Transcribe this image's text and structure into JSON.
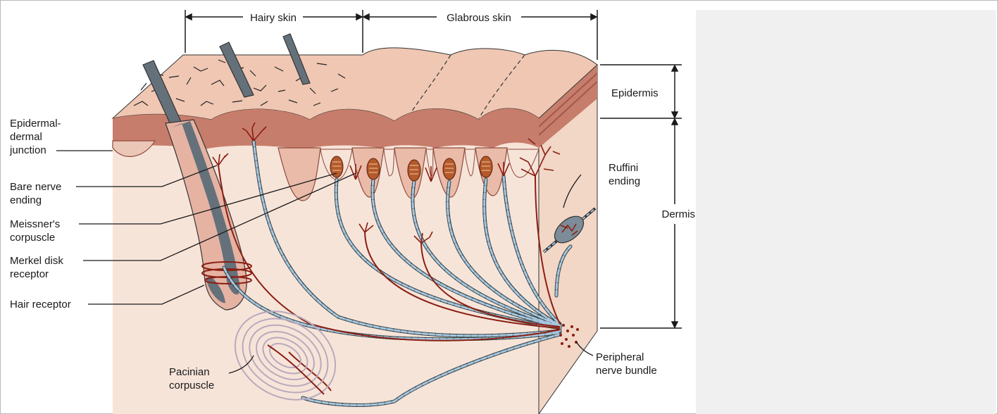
{
  "diagram": {
    "top_labels": {
      "hairy_skin": "Hairy skin",
      "glabrous_skin": "Glabrous skin"
    },
    "left_labels": {
      "epidermal_dermal_junction": [
        "Epidermal-",
        "dermal",
        "junction"
      ],
      "bare_nerve_ending": [
        "Bare nerve",
        "ending"
      ],
      "meissners_corpuscle": [
        "Meissner's",
        "corpuscle"
      ],
      "merkel_disk_receptor": [
        "Merkel disk",
        "receptor"
      ],
      "hair_receptor": [
        "Hair receptor"
      ],
      "pacinian_corpuscle": [
        "Pacinian",
        "corpuscle"
      ]
    },
    "right_labels": {
      "epidermis": "Epidermis",
      "dermis": "Dermis",
      "ruffini_ending": [
        "Ruffini",
        "ending"
      ],
      "peripheral_nerve_bundle": [
        "Peripheral",
        "nerve bundle"
      ]
    },
    "colors": {
      "dermis": "#f7e4d9",
      "dermis_side": "#f2d6c6",
      "epidermis_top": "#efc7b3",
      "epidermis_band": "#c77d6b",
      "hair_shaft": "#65717a",
      "nerve_red": "#8b1e12",
      "nerve_blue": "#a8c6df",
      "pacinian": "#b9a9bc",
      "leader": "#1a1a1a"
    }
  }
}
